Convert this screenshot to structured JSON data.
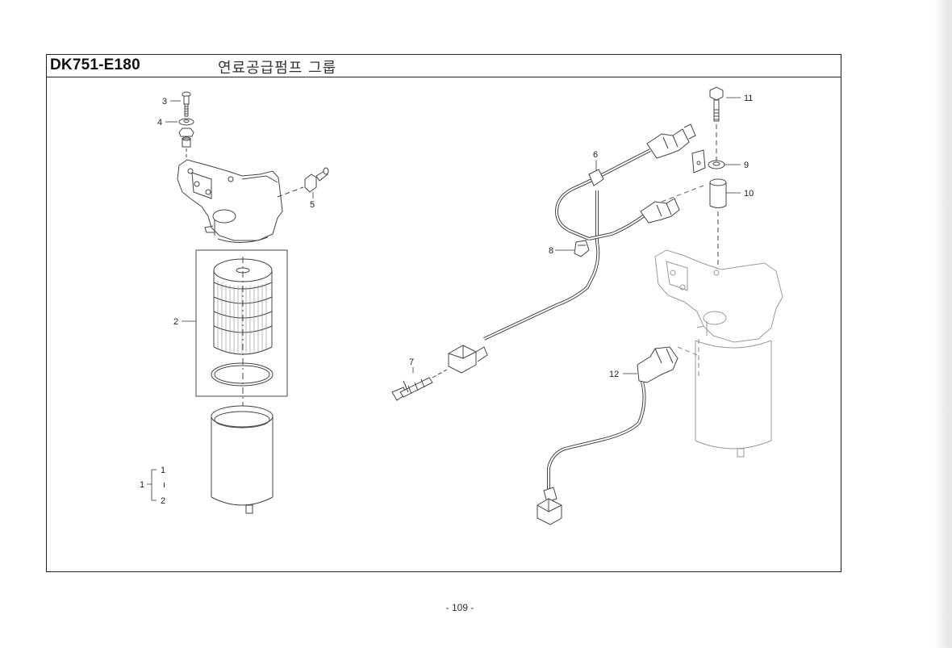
{
  "header": {
    "code": "DK751-E180",
    "title": "연료공급펌프 그룹"
  },
  "callouts": {
    "c1": "1",
    "c2": "2",
    "c3": "3",
    "c4": "4",
    "c5": "5",
    "c6": "6",
    "c7": "7",
    "c8": "8",
    "c9": "9",
    "c10": "10",
    "c11": "11",
    "c12": "12"
  },
  "legend": {
    "parent": "1",
    "child_top": "1",
    "child_mid": "ı",
    "child_bottom": "2"
  },
  "footer": {
    "page_number": "- 109 -"
  }
}
